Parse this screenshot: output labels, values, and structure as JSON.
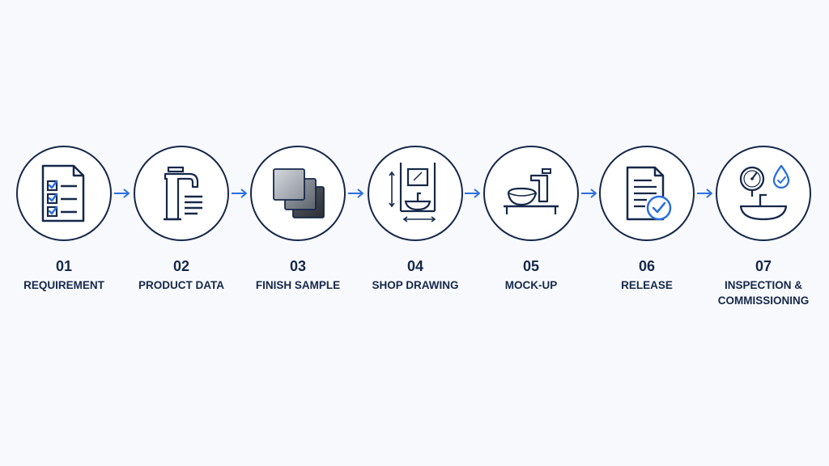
{
  "accent_color": "#2b6fe0",
  "ink_color": "#16284a",
  "steps": [
    {
      "number": "01",
      "label": "REQUIREMENT",
      "icon": "checklist-icon"
    },
    {
      "number": "02",
      "label": "PRODUCT DATA",
      "icon": "faucet-datasheet-icon"
    },
    {
      "number": "03",
      "label": "FINISH SAMPLE",
      "icon": "finish-swatches-icon"
    },
    {
      "number": "04",
      "label": "SHOP DRAWING",
      "icon": "vanity-drawing-icon"
    },
    {
      "number": "05",
      "label": "MOCK-UP",
      "icon": "basin-faucet-icon"
    },
    {
      "number": "06",
      "label": "RELEASE",
      "icon": "approved-document-icon"
    },
    {
      "number": "07",
      "label": "INSPECTION &\nCOMMISSIONING",
      "icon": "pressure-gauge-water-icon"
    }
  ]
}
